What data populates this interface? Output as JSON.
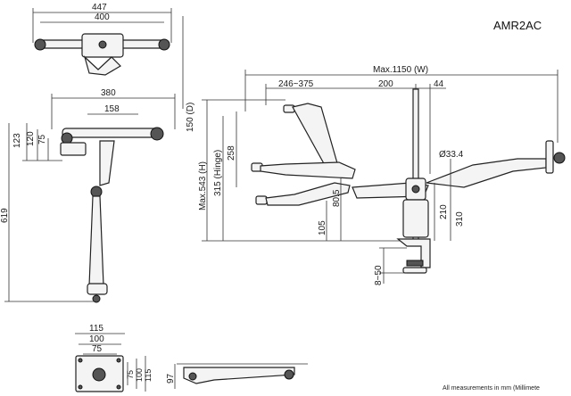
{
  "model": "AMR2AC",
  "note": "All measurements in mm (Millimete",
  "top_view": {
    "overall": "447",
    "arm_span": "400",
    "depth": "150 (D)"
  },
  "front_view": {
    "width": "380",
    "inner": "158",
    "h1": "123",
    "h2": "120",
    "h3": "75",
    "height": "619"
  },
  "side_view": {
    "max_width": "Max.1150 (W)",
    "reach": "246~375",
    "seg_200": "200",
    "seg_44": "44",
    "max_height": "Max.543 (H)",
    "hinge": "315 (Hinge)",
    "h258": "258",
    "pole": "Ø33.4",
    "h80": "80.5",
    "h105": "105",
    "h210": "210",
    "h310": "310",
    "clamp": "8~50"
  },
  "vesa_plate": {
    "w115": "115",
    "w100": "100",
    "w75": "75",
    "h75": "75",
    "h100": "100",
    "h115": "115"
  },
  "base_view": {
    "height": "97"
  }
}
